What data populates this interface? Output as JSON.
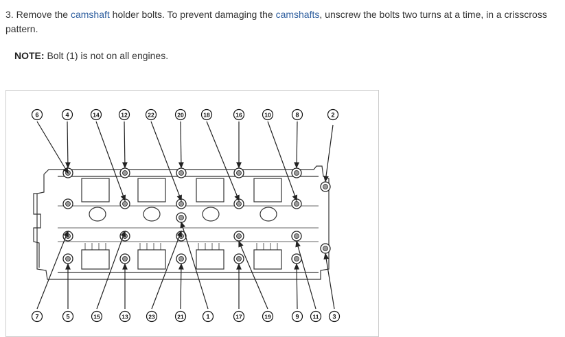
{
  "step": {
    "number": "3.",
    "text_before": " Remove the ",
    "link1": "camshaft",
    "text_middle": " holder bolts. To prevent damaging the ",
    "link2": "camshafts",
    "text_after": ", unscrew the bolts two turns at a time, in a crisscross pattern."
  },
  "note": {
    "label": "NOTE:",
    "text": " Bolt (1) is not on all engines."
  },
  "figure": {
    "top_labels": [
      "6",
      "4",
      "14",
      "12",
      "22",
      "20",
      "18",
      "16",
      "10",
      "8",
      "2"
    ],
    "bottom_labels": [
      "7",
      "5",
      "15",
      "13",
      "23",
      "21",
      "1",
      "17",
      "19",
      "9",
      "11",
      "3"
    ]
  }
}
